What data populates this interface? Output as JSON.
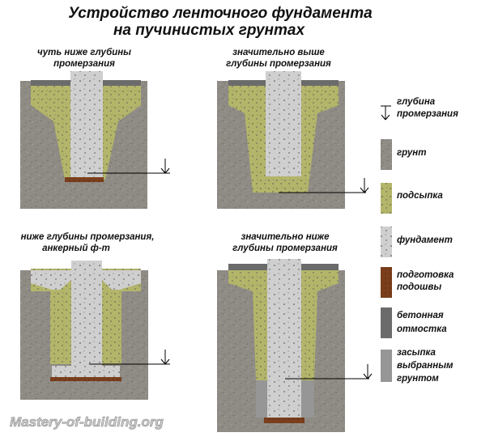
{
  "title": {
    "line1": "Устройство ленточного фундамента",
    "line2": "на пучинистых грунтах"
  },
  "diagrams": [
    {
      "label1": "чуть ниже глубины",
      "label2": "промерзания"
    },
    {
      "label1": "значительно выше",
      "label2": "глубины промерзания"
    },
    {
      "label1": "ниже глубины промерзания,",
      "label2": "анкерный ф-т"
    },
    {
      "label1": "значительно ниже",
      "label2": "глубины промерзания"
    }
  ],
  "legend": {
    "frost_line": {
      "line1": "глубина",
      "line2": "промерзания",
      "icon": "frost-arrow-icon"
    },
    "soil": {
      "line1": "грунт",
      "color": "#8f8b85"
    },
    "backfill_sand": {
      "line1": "подсыпка",
      "color": "#b3b56a"
    },
    "foundation": {
      "line1": "фундамент",
      "color": "#cfcfcf"
    },
    "base_preparation": {
      "line1": "подготовка",
      "line2": "подошвы",
      "color": "#7a3e1c"
    },
    "concrete_blind_area": {
      "line1": "бетонная",
      "line2": "отмостка",
      "color": "#6b6b6b"
    },
    "backfill_excavated": {
      "line1": "засыпка",
      "line2": "выбранным",
      "line3": "грунтом",
      "color": "#969696"
    }
  },
  "watermark": "Mastery-of-building.org"
}
